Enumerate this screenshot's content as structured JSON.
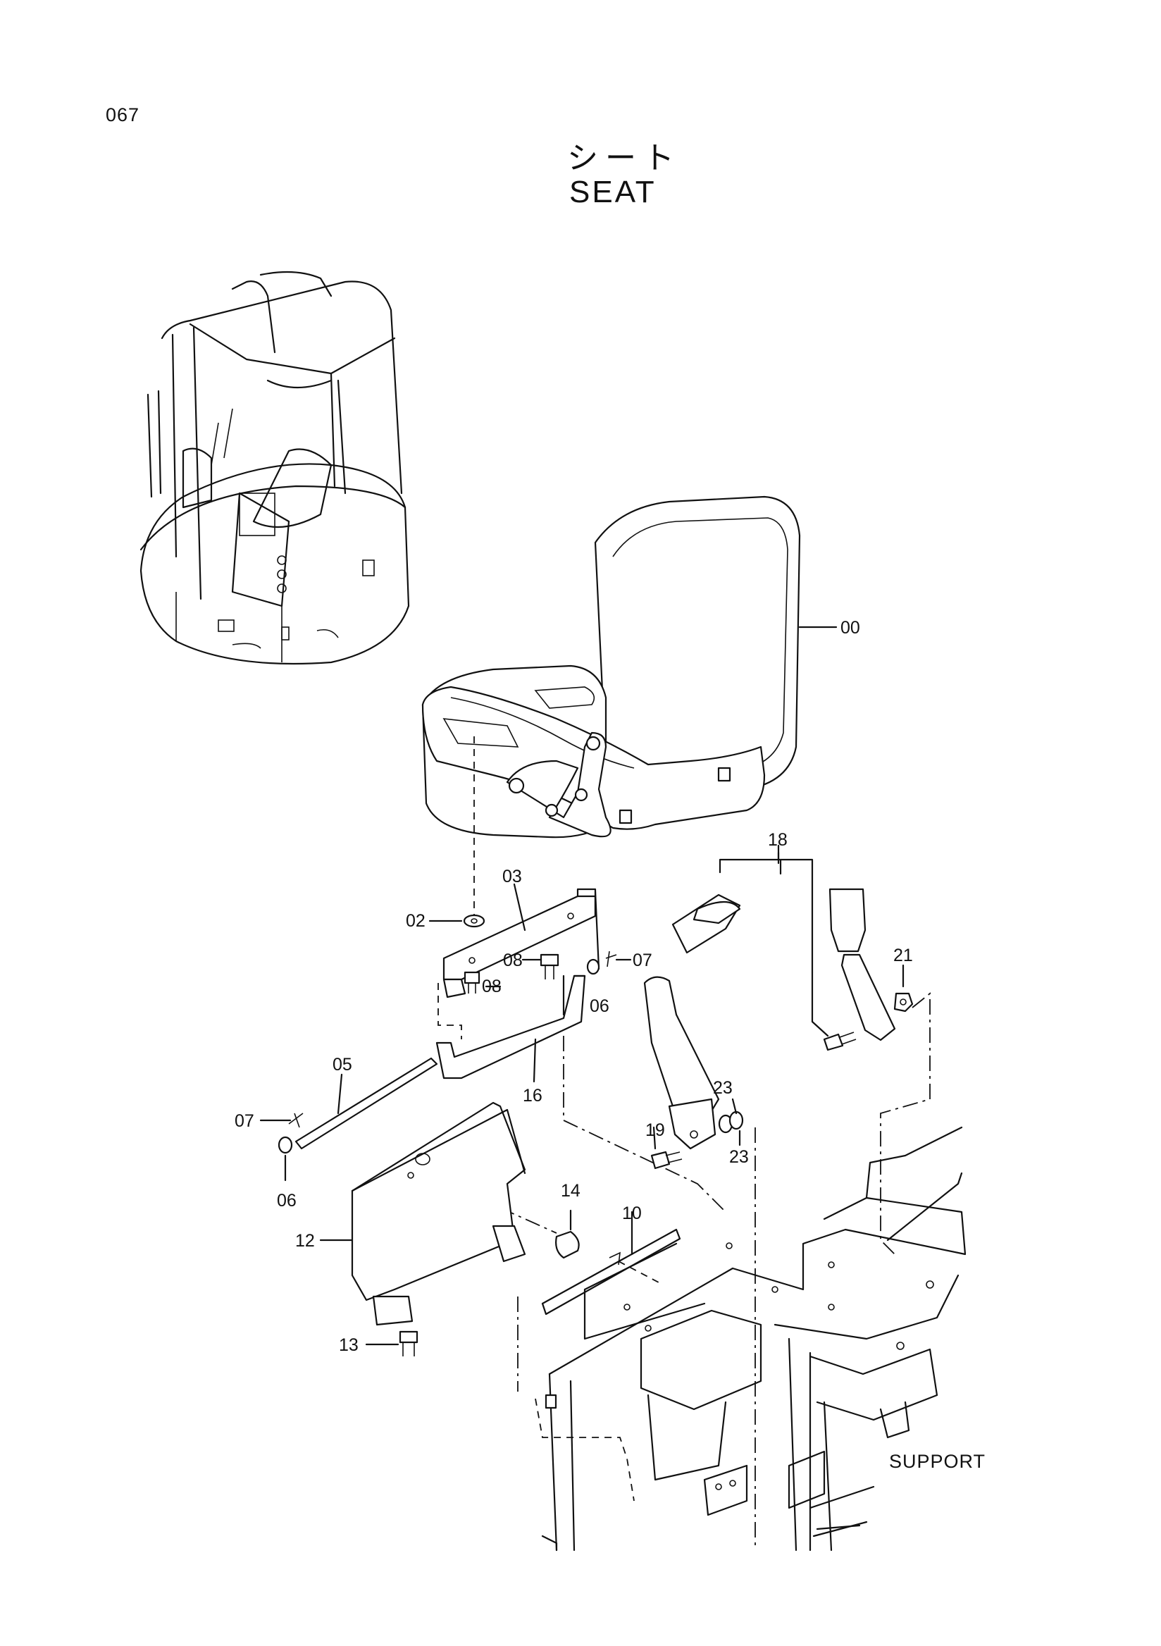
{
  "page": {
    "number": "067"
  },
  "title": {
    "japanese": "シート",
    "english": "SEAT"
  },
  "callouts": [
    "00",
    "02",
    "03",
    "08",
    "07",
    "08",
    "06",
    "05",
    "16",
    "07",
    "06",
    "12",
    "14",
    "10",
    "13",
    "18",
    "21",
    "23",
    "19",
    "23"
  ],
  "support_label": "SUPPORT"
}
